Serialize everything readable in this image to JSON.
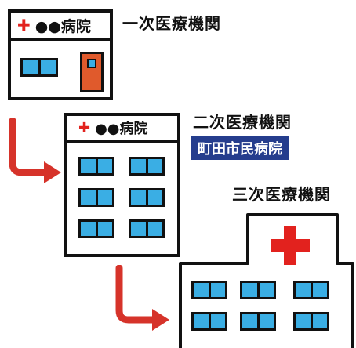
{
  "levels": [
    {
      "label": "一次医療機関",
      "sign": {
        "cross": "✚",
        "name": "●●病院"
      }
    },
    {
      "label": "二次医療機関",
      "sign": {
        "cross": "✚",
        "name": "●●病院"
      },
      "example": "町田市民病院"
    },
    {
      "label": "三次医療機関"
    }
  ],
  "colors": {
    "cross": "#e2221e",
    "window": "#3aaee4",
    "door": "#e05a2c",
    "badge": "#253d8d",
    "arrow": "#d6332a"
  }
}
